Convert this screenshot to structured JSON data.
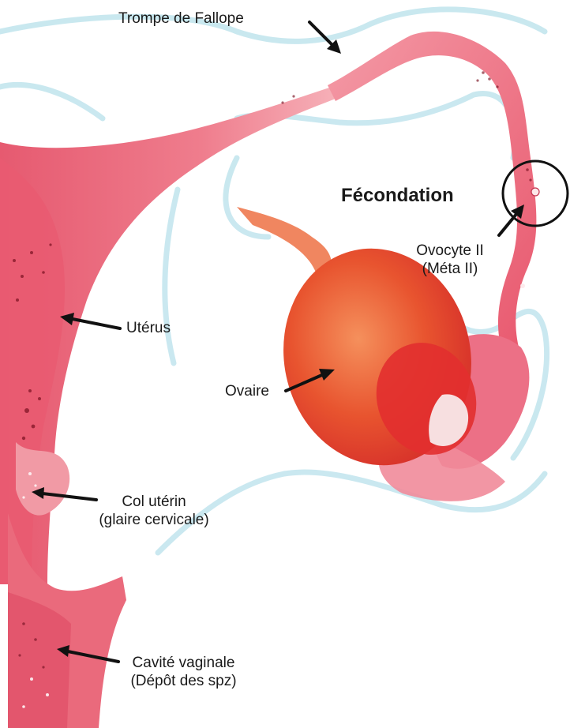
{
  "labels": {
    "trompe": "Trompe de Fallope",
    "fecondation": "Fécondation",
    "ovocyte_line1": "Ovocyte II",
    "ovocyte_line2": "(Méta II)",
    "uterus": "Utérus",
    "ovaire": "Ovaire",
    "col_line1": "Col  utérin",
    "col_line2": "(glaire cervicale)",
    "cavite_line1": "Cavité vaginale",
    "cavite_line2": "(Dépôt des spz)"
  },
  "colors": {
    "tissue": "#ea5f74",
    "tissue_light": "#f3a0ab",
    "ovary": "#e4402e",
    "ovary_light": "#f07a4e",
    "membrane": "#bfe3ec",
    "arrow": "#111111"
  }
}
